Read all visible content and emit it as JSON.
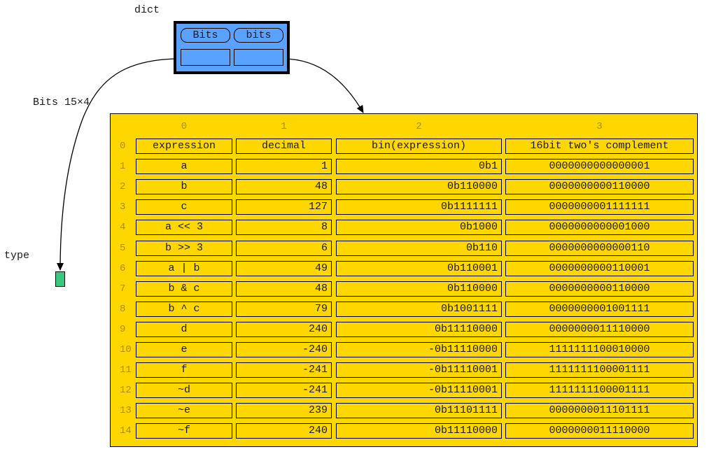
{
  "labels": {
    "dict": "dict",
    "type": "type",
    "edge": "Bits 15×4"
  },
  "dict_node": {
    "keys": [
      "Bits",
      "bits"
    ]
  },
  "table": {
    "column_indices": [
      "0",
      "1",
      "2",
      "3"
    ],
    "row_indices": [
      "0",
      "1",
      "2",
      "3",
      "4",
      "5",
      "6",
      "7",
      "8",
      "9",
      "10",
      "11",
      "12",
      "13",
      "14"
    ],
    "rows": [
      [
        "expression",
        "decimal",
        "bin(expression)",
        "16bit two's complement"
      ],
      [
        "a",
        "1",
        "0b1",
        "0000000000000001"
      ],
      [
        "b",
        "48",
        "0b110000",
        "0000000000110000"
      ],
      [
        "c",
        "127",
        "0b1111111",
        "0000000001111111"
      ],
      [
        "a << 3",
        "8",
        "0b1000",
        "0000000000001000"
      ],
      [
        "b >> 3",
        "6",
        "0b110",
        "0000000000000110"
      ],
      [
        "a | b",
        "49",
        "0b110001",
        "0000000000110001"
      ],
      [
        "b & c",
        "48",
        "0b110000",
        "0000000000110000"
      ],
      [
        "b ^ c",
        "79",
        "0b1001111",
        "0000000001001111"
      ],
      [
        "d",
        "240",
        "0b11110000",
        "0000000011110000"
      ],
      [
        "e",
        "-240",
        "-0b11110000",
        "1111111100010000"
      ],
      [
        "f",
        "-241",
        "-0b11110001",
        "1111111100001111"
      ],
      [
        "~d",
        "-241",
        "-0b11110001",
        "1111111100001111"
      ],
      [
        "~e",
        "239",
        "0b11101111",
        "0000000011101111"
      ],
      [
        "~f",
        "240",
        "0b11110000",
        "0000000011110000"
      ]
    ]
  },
  "colors": {
    "dict_fill": "#5aa2ff",
    "table_fill": "#ffd700",
    "type_fill": "#3cc67e",
    "index_text": "#a88e00"
  }
}
